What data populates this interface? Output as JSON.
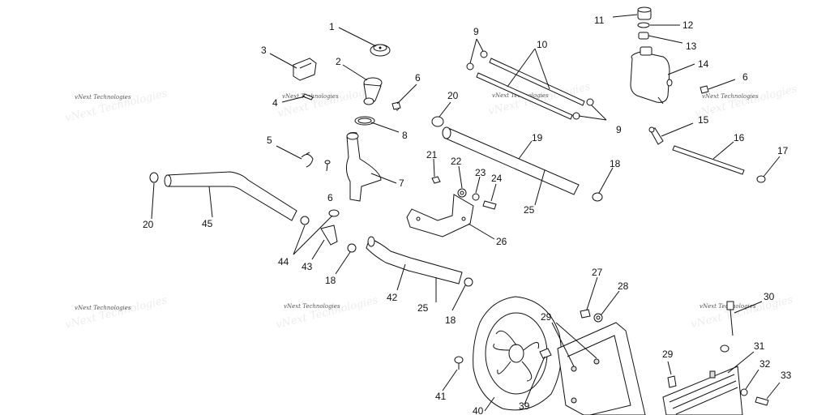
{
  "watermarks": [
    "vNext Technologies",
    "vNext Technologies",
    "vNext Technologies",
    "vNext Technologies",
    "vNext Technologies",
    "vNext Technologies",
    "vNext Technologies"
  ],
  "callouts": [
    "1",
    "2",
    "3",
    "4",
    "5",
    "6",
    "6",
    "6",
    "7",
    "8",
    "9",
    "9",
    "10",
    "11",
    "12",
    "13",
    "14",
    "15",
    "16",
    "17",
    "18",
    "18",
    "18",
    "19",
    "20",
    "20",
    "21",
    "22",
    "23",
    "24",
    "25",
    "25",
    "26",
    "27",
    "28",
    "29",
    "29",
    "30",
    "31",
    "32",
    "33",
    "39",
    "40",
    "41",
    "42",
    "43",
    "44",
    "45"
  ]
}
